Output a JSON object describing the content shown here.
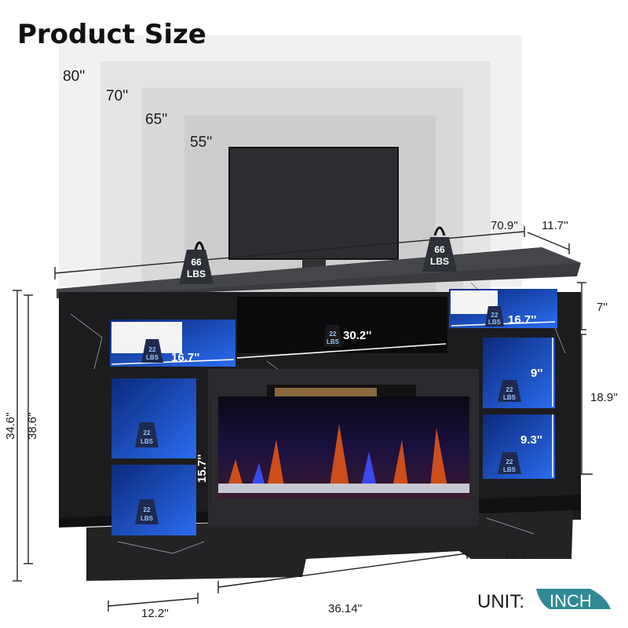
{
  "title": "Product Size",
  "tv_sizes": [
    "80''",
    "70''",
    "65''",
    "55''"
  ],
  "dimensions": {
    "width": "70.9''",
    "depth": "11.7''",
    "height_front": "34.6''",
    "height_total": "38.6''",
    "top_right_shelf": "7''",
    "right_side_height": "18.9''",
    "shelf_left": "16.7''",
    "shelf_center": "30.2''",
    "shelf_right": "16.7''",
    "cubby_upper_right": "9''",
    "cubby_lower_right": "9.3''",
    "fireplace_height": "15.7''",
    "fireplace_width": "36.14''",
    "base_left": "12.2''",
    "base_right": "12.2''"
  },
  "weights": {
    "top_left": {
      "value": "66",
      "unit": "LBS"
    },
    "top_right": {
      "value": "66",
      "unit": "LBS"
    },
    "shelf": {
      "value": "22",
      "unit": "LBS"
    }
  },
  "unit": {
    "label": "UNIT:",
    "value": "INCH"
  },
  "colors": {
    "accent": "#2f8a96",
    "led_blue": "#1f5fe0",
    "cabinet": "#1c1c1f"
  }
}
